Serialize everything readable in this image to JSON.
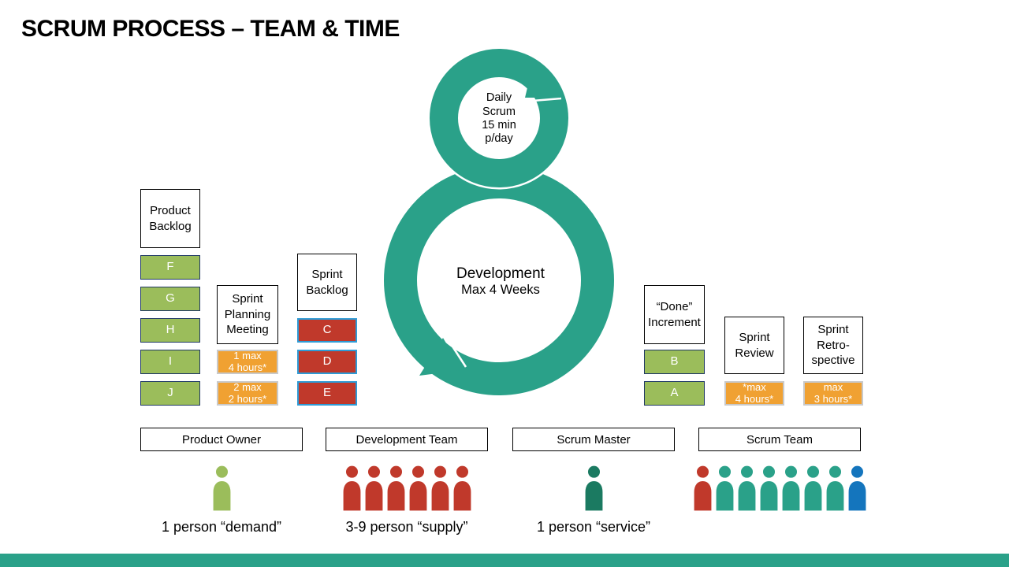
{
  "title": "SCRUM PROCESS – TEAM & TIME",
  "loop": {
    "daily_scrum": "Daily\nScrum\n15 min\np/day",
    "development_title": "Development",
    "development_subtitle": "Max 4 Weeks"
  },
  "boxes": {
    "product_backlog": {
      "label": "Product\nBacklog",
      "items": [
        "F",
        "G",
        "H",
        "I",
        "J"
      ]
    },
    "sprint_planning": {
      "label": "Sprint\nPlanning\nMeeting",
      "items": [
        "1 max\n4 hours*",
        "2 max\n2 hours*"
      ]
    },
    "sprint_backlog": {
      "label": "Sprint\nBacklog",
      "items": [
        "C",
        "D",
        "E"
      ]
    },
    "done_increment": {
      "label": "“Done”\nIncrement",
      "items": [
        "B",
        "A"
      ]
    },
    "sprint_review": {
      "label": "Sprint\nReview",
      "items": [
        "*max\n4 hours*"
      ]
    },
    "sprint_retrospective": {
      "label": "Sprint\nRetro-\nspective",
      "items": [
        "max\n3 hours*"
      ]
    }
  },
  "roles": [
    {
      "label": "Product Owner",
      "caption": "1 person “demand”",
      "people": [
        "green"
      ]
    },
    {
      "label": "Development Team",
      "caption": "3-9 person “supply”",
      "people": [
        "red",
        "red",
        "red",
        "red",
        "red",
        "red"
      ]
    },
    {
      "label": "Scrum Master",
      "caption": "1 person “service”",
      "people": [
        "dark_teal"
      ]
    },
    {
      "label": "Scrum Team",
      "caption": "",
      "people": [
        "red",
        "teal",
        "teal",
        "teal",
        "teal",
        "teal",
        "teal",
        "blue"
      ]
    }
  ],
  "colors": {
    "teal": "#2aa189",
    "dark_teal": "#1b7a61",
    "green": "#9bbd5b",
    "red": "#c0392b",
    "orange": "#f0a132",
    "blue": "#1475bd",
    "navy_border": "#1f3864",
    "blue_border": "#2e9bd6",
    "gray_border": "#c9c9c9",
    "footer_bar": "#2aa189"
  }
}
